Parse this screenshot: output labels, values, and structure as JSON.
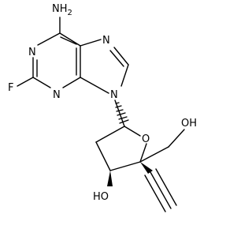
{
  "molecule": {
    "atoms": {
      "amine": "NH2",
      "n1": "N",
      "n3": "N",
      "n7": "N",
      "n9": "N",
      "fluorine": "F",
      "ring_oxygen": "O",
      "hydroxyl_ring": "HO",
      "hydroxymethyl": "OH"
    },
    "colors": {
      "bonds": "#000000",
      "labels": "#000000",
      "background": "#ffffff"
    }
  }
}
